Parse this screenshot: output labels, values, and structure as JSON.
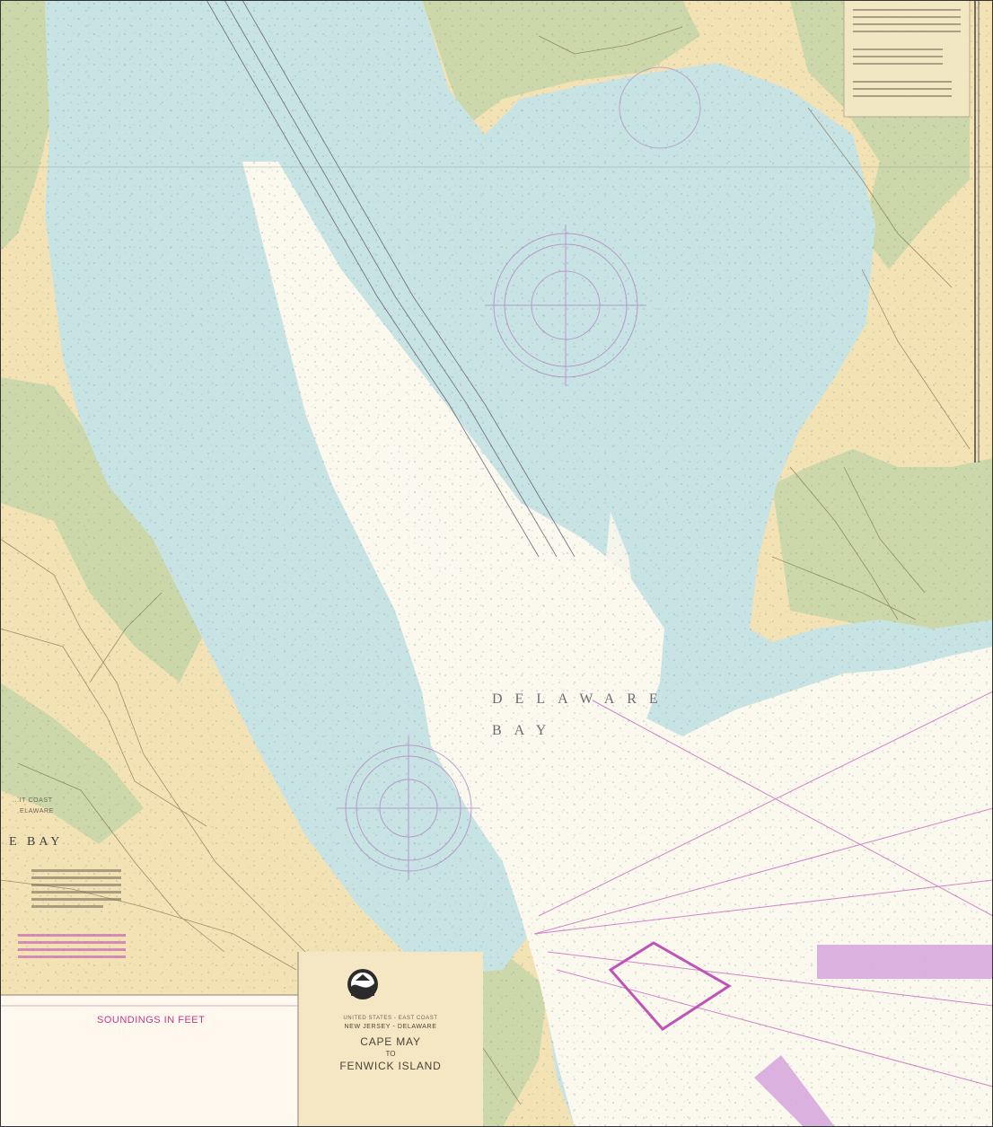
{
  "chart": {
    "water_name_1": "DELAWARE",
    "water_name_2": "BAY",
    "side_title_partial": "E BAY",
    "side_subtitle_1": "...IT COAST",
    "side_subtitle_2": "ELAWARE",
    "soundings_note": "SOUNDINGS IN FEET"
  },
  "title_block": {
    "logo_icon": "noaa-seal-icon",
    "agency_line": "UNITED STATES - EAST COAST",
    "region_line": "NEW JERSEY - DELAWARE",
    "name_line_1": "CAPE MAY",
    "name_line_2": "TO",
    "name_line_3": "FENWICK ISLAND"
  },
  "colors": {
    "land": "#f3e2b4",
    "marsh": "#c6d6a8",
    "shallow_water": "#c8e3e3",
    "deep_water": "#fbf8ee",
    "magenta": "#c054b6",
    "roads": "#7a6a4a"
  }
}
